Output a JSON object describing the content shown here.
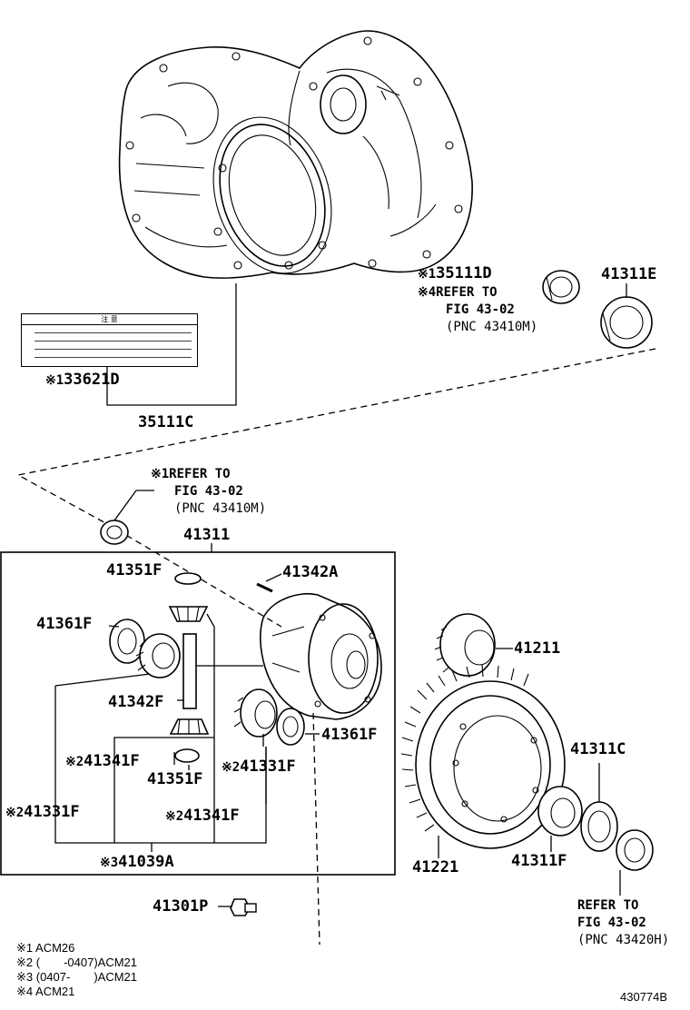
{
  "parts": {
    "p35111C": "35111C",
    "p33621D": "33621D",
    "p35111D": "35111D",
    "p41311E": "41311E",
    "p41311": "41311",
    "p41351F_a": "41351F",
    "p41342A": "41342A",
    "p41361F_a": "41361F",
    "p41342F": "41342F",
    "p41361F_b": "41361F",
    "p41341F_a": "41341F",
    "p41351F_b": "41351F",
    "p41331F_a": "41331F",
    "p41331F_b": "41331F",
    "p41341F_b": "41341F",
    "p41039A": "41039A",
    "p41211": "41211",
    "p41311C": "41311C",
    "p41221": "41221",
    "p41311F": "41311F",
    "p41301P": "41301P"
  },
  "marks": {
    "m1": "※1",
    "m2": "※2",
    "m3": "※3",
    "m4": "※4"
  },
  "refs": {
    "refer_to": "REFER TO",
    "fig_43_02": "FIG 43-02",
    "pnc_43410M": "(PNC 43410M)",
    "pnc_43420H": "(PNC 43420H)"
  },
  "caution_label": {
    "title": "注 意"
  },
  "notes": {
    "n1": "※1 ACM26",
    "n2": "※2 (　　-0407)ACM21",
    "n3": "※3 (0407-　　)ACM21",
    "n4": "※4 ACM21"
  },
  "illustration_id": "430774B"
}
